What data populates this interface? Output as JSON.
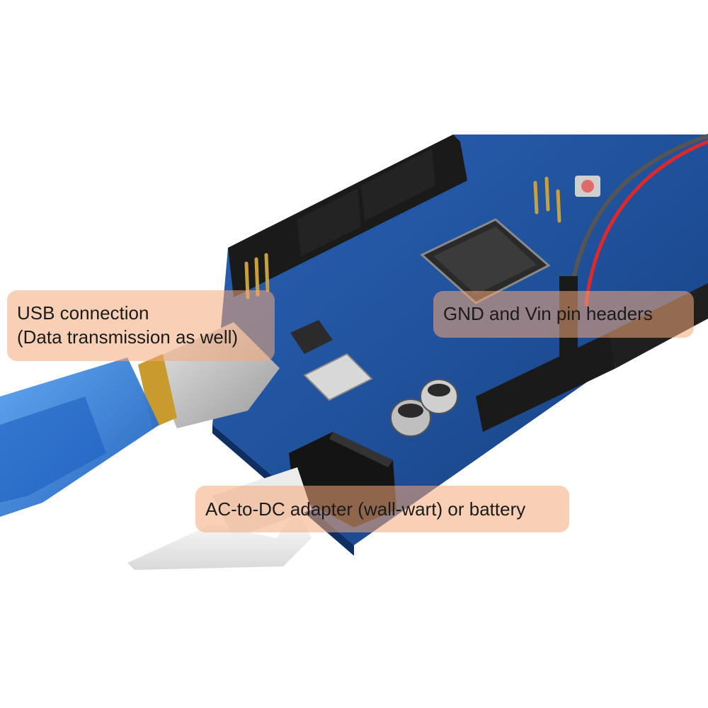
{
  "photo": {
    "subject": "Arduino Mega board with USB cable, DC power jack and wired pin headers",
    "colors": {
      "board": "#1d4f9a",
      "board_dark": "#153c7a",
      "header": "#1a1a1a",
      "usb_cable": "#2f7ad6",
      "wire_red": "#e0282a",
      "wire_gray": "#555555",
      "callout": "#f4aa78"
    }
  },
  "callouts": {
    "usb": {
      "line1": "USB connection",
      "line2": "(Data transmission as well)"
    },
    "gnd_vin": {
      "text": "GND and Vin pin headers"
    },
    "power": {
      "text": "AC-to-DC adapter (wall-wart) or battery"
    }
  }
}
